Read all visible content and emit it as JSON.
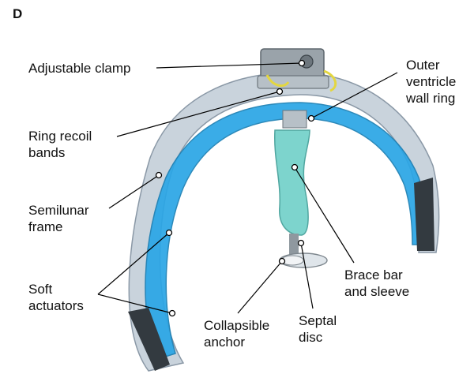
{
  "figure": {
    "panel_letter": "D",
    "labels": {
      "adjustable_clamp": "Adjustable clamp",
      "outer_ring": "Outer\nventricle\nwall ring",
      "ring_recoil": "Ring recoil\nbands",
      "semilunar": "Semilunar\nframe",
      "soft_actuators": "Soft\nactuators",
      "brace_bar": "Brace bar\nand sleeve",
      "collapsible_anchor": "Collapsible\nanchor",
      "septal_disc": "Septal\ndisc"
    }
  },
  "colors": {
    "frame_silver": "#c9d3dc",
    "actuator_blue": "#2aa6e6",
    "sleeve_teal": "#6fd0c8",
    "pad_dark": "#333a40",
    "band_yellow": "#e3d640"
  }
}
